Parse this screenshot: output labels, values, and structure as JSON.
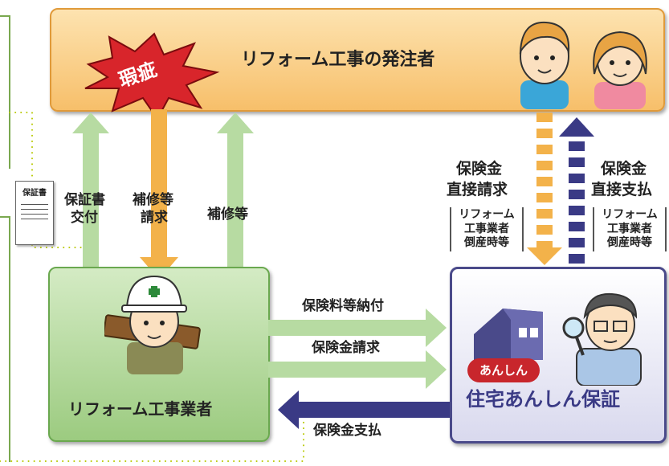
{
  "top_box": {
    "label": "リフォーム工事の発注者"
  },
  "burst": {
    "label": "瑕疵"
  },
  "document_icon": {
    "label": "保証書"
  },
  "arrows": {
    "warranty_issue": [
      "保証書",
      "交付"
    ],
    "repair_request": [
      "補修等",
      "請求"
    ],
    "repair": "補修等",
    "claim_direct": [
      "保険金",
      "直接請求"
    ],
    "claim_direct_note": [
      "リフォーム",
      "工事業者",
      "倒産時等"
    ],
    "pay_direct": [
      "保険金",
      "直接支払"
    ],
    "pay_direct_note": [
      "リフォーム",
      "工事業者",
      "倒産時等"
    ],
    "premium_payment": "保険料等納付",
    "insurance_claim": "保険金請求",
    "insurance_payment": "保険金支払"
  },
  "contractor_box": {
    "label": "リフォーム工事業者"
  },
  "insurer_box": {
    "label": "住宅あんしん保証",
    "badge": "あんしん"
  },
  "colors": {
    "top_box": "#f9c97a",
    "contractor_box": "#a9d18e",
    "insurer_box": "#dcdcf0",
    "green_arrow": "#b7dba2",
    "orange_arrow": "#f3b24a",
    "navy_arrow": "#3a3a85",
    "dotted": "#c8d400",
    "burst": "#d8252b"
  }
}
